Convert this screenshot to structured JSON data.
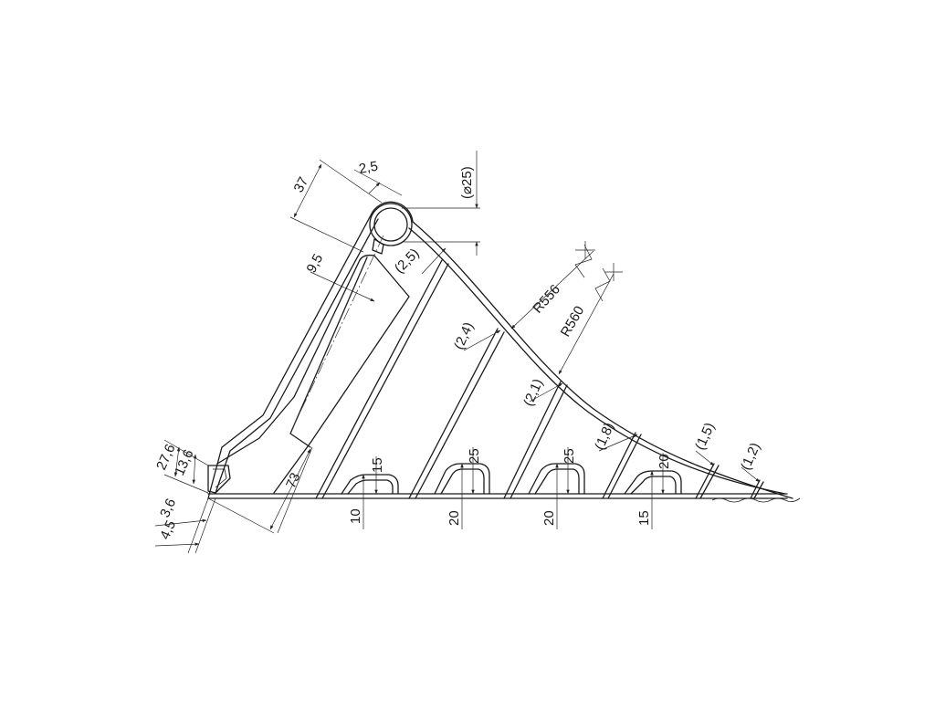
{
  "dimensions": {
    "hinge_offset": "37",
    "top_wall": "2,5",
    "pin_diameter": "(⌀25)",
    "hinge_wall": "(2,5)",
    "inner_offset": "9,5",
    "outer_radius": "R556",
    "inner_radius": "R560",
    "rib_1_thickness": "(2,4)",
    "rib_2_thickness": "(2,1)",
    "rib_3_thickness": "(1,8)",
    "rib_4_thickness": "(1,5)",
    "rib_5_thickness": "(1,2)",
    "foot_height_total": "27,6",
    "foot_height_inner": "13,6",
    "foot_wall_1": "3,6",
    "foot_wall_2": "4,5",
    "base_length": "73",
    "slot_1_width": "15",
    "slot_1_height": "10",
    "slot_2_width": "25",
    "slot_2_height": "20",
    "slot_3_width": "25",
    "slot_3_height": "20",
    "slot_4_width": "20",
    "slot_4_height": "15"
  }
}
